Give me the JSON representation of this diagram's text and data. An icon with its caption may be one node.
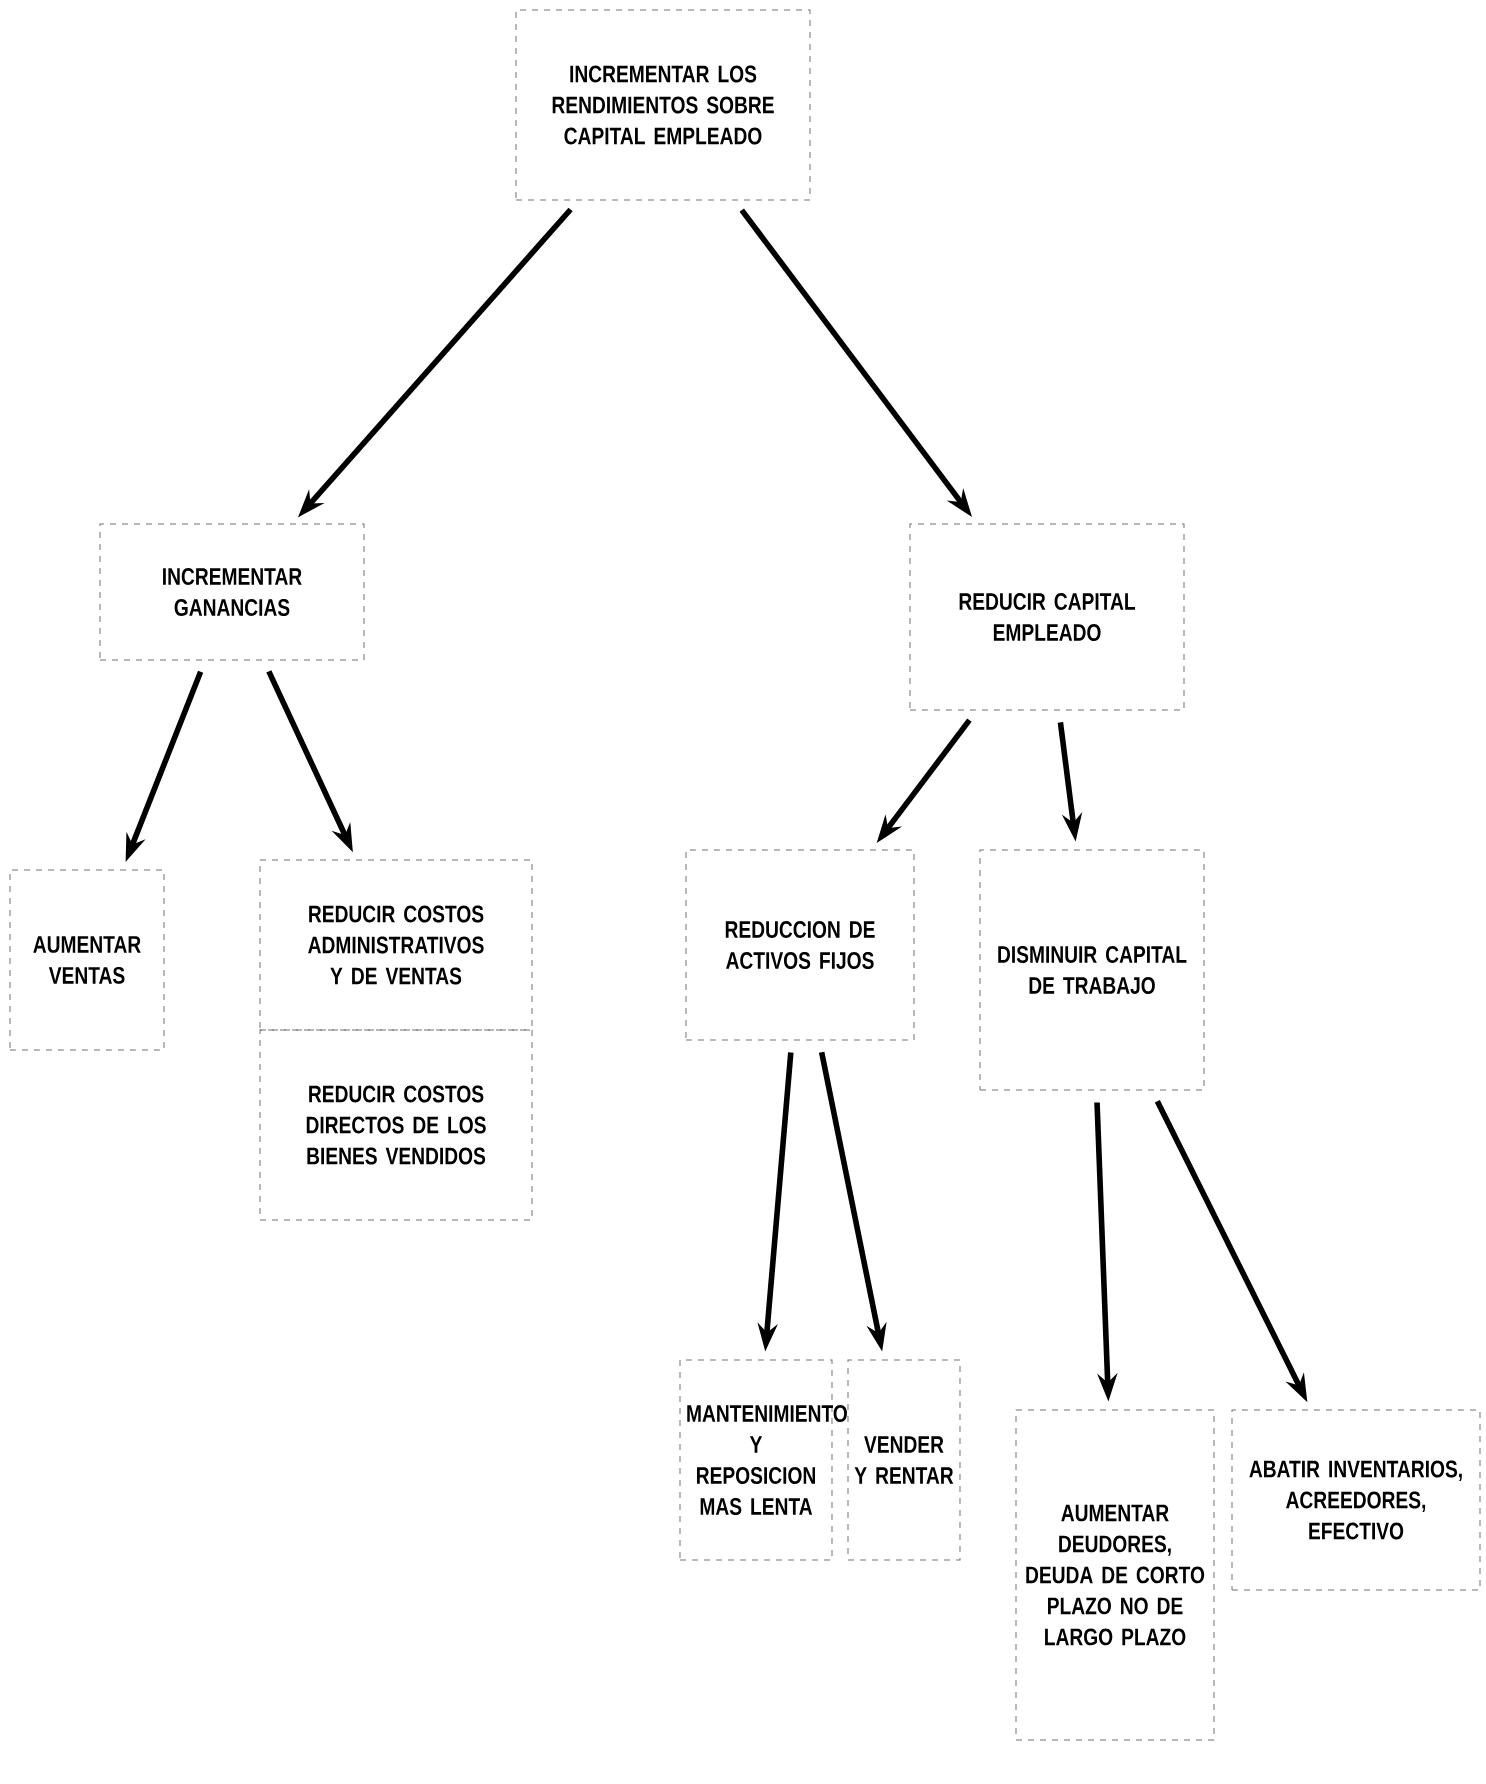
{
  "diagram": {
    "nodes": [
      {
        "text": [
          "INCREMENTAR LOS RENDIMIENTOS SOBRE CAPITAL EMPLEADO"
        ]
      },
      {
        "text": [
          "INCREMENTAR GANANCIAS"
        ]
      },
      {
        "text": [
          "REDUCIR CAPITAL EMPLEADO"
        ]
      },
      {
        "text": [
          "AUMENTAR VENTAS"
        ]
      },
      {
        "text": [
          "REDUCIR COSTOS ADMINISTRATIVOS Y DE VENTAS"
        ]
      },
      {
        "text": [
          "REDUCIR COSTOS DIRECTOS DE LOS BIENES VENDIDOS"
        ]
      },
      {
        "text": [
          "REDUCCION DE ACTIVOS FIJOS"
        ]
      },
      {
        "text": [
          "DISMINUIR CAPITAL DE TRABAJO"
        ]
      },
      {
        "text": [
          "MANTENIMIENTO Y REPOSICION MAS LENTA"
        ]
      },
      {
        "text": [
          "VENDER Y RENTAR"
        ]
      },
      {
        "text": [
          "AUMENTAR DEUDORES, DEUDA DE CORTO PLAZO NO DE LARGO PLAZO"
        ]
      },
      {
        "text": [
          "ABATIR INVENTARIOS, ACREEDORES, EFECTIVO"
        ]
      }
    ],
    "edges": [
      {
        "from": 0,
        "to": 1,
        "arrow": "to"
      },
      {
        "from": 0,
        "to": 2,
        "arrow": "to"
      },
      {
        "from": 1,
        "to": 3,
        "arrow": "to"
      },
      {
        "from": 1,
        "to": 4,
        "arrow": "to"
      },
      {
        "from": 2,
        "to": 6,
        "arrow": "to"
      },
      {
        "from": 2,
        "to": 7,
        "arrow": "to"
      },
      {
        "from": 6,
        "to": 8,
        "arrow": "to"
      },
      {
        "from": 6,
        "to": 9,
        "arrow": "to"
      },
      {
        "from": 7,
        "to": 10,
        "arrow": "to"
      },
      {
        "from": 7,
        "to": 11,
        "arrow": "to"
      }
    ]
  }
}
